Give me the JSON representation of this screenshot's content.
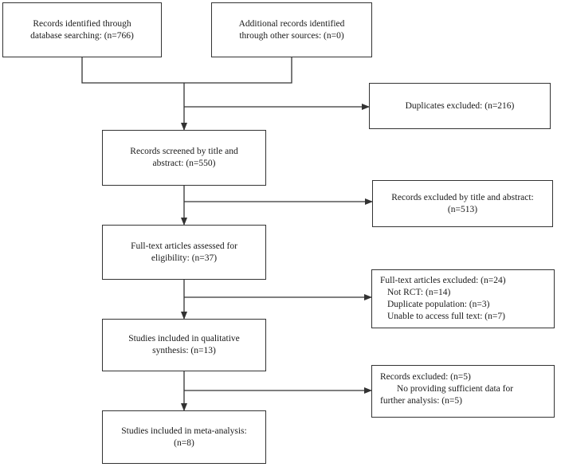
{
  "identification": {
    "database": [
      "Records identified through",
      "database searching: (n=766)"
    ],
    "other_sources": [
      "Additional records identified",
      "through other sources: (n=0)"
    ]
  },
  "duplicates": [
    "Duplicates excluded: (n=216)"
  ],
  "screened": [
    "Records screened by title and",
    "abstract: (n=550)"
  ],
  "excluded_title": [
    "Records excluded by title and abstract:",
    "(n=513)"
  ],
  "full_text": [
    "Full-text articles assessed for",
    "eligibility: (n=37)"
  ],
  "full_text_excluded": {
    "heading": "Full-text articles excluded: (n=24)",
    "reasons": [
      "Not RCT: (n=14)",
      "Duplicate population: (n=3)",
      "Unable to access full text: (n=7)"
    ]
  },
  "qualitative": [
    "Studies included in qualitative",
    "synthesis: (n=13)"
  ],
  "records_excluded": {
    "heading": "Records excluded: (n=5)",
    "reasons": [
      "No providing sufficient data for",
      "further  analysis: (n=5)"
    ]
  },
  "meta_analysis": [
    "Studies included in meta-analysis:",
    "(n=8)"
  ]
}
